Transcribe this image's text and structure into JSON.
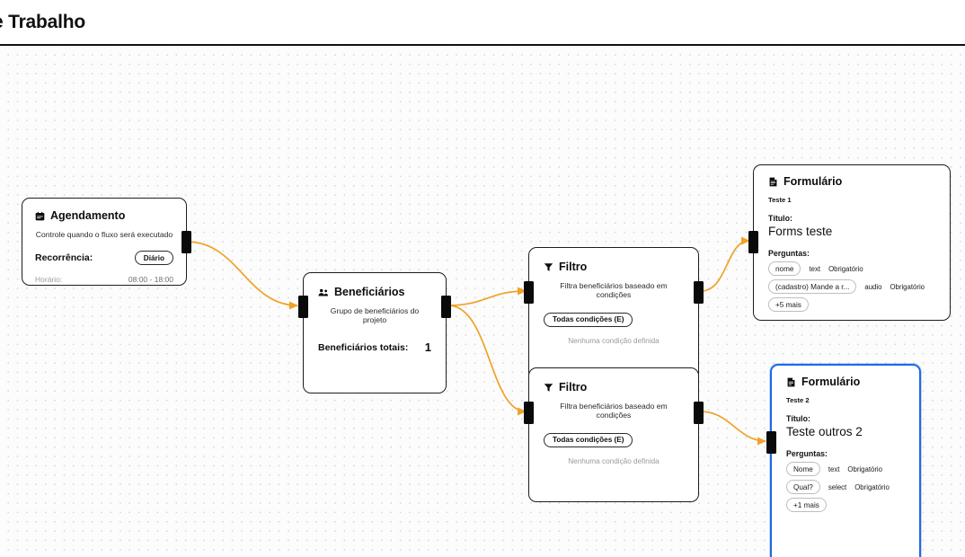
{
  "header": {
    "title": "e Trabalho"
  },
  "colors": {
    "edge": "#f0a227",
    "selected_border": "#1d6ae5",
    "node_border": "#1d1d1d",
    "canvas_bg": "#fcfcfc",
    "dot": "#d9d4d9"
  },
  "nodes": {
    "agendamento": {
      "icon": "calendar-icon",
      "title": "Agendamento",
      "subtitle": "Controle quando o fluxo será executado",
      "recurrence_label": "Recorrência:",
      "recurrence_value": "Diário",
      "time_label": "Horário:",
      "time_value": "08:00 - 18:00"
    },
    "beneficiarios": {
      "icon": "users-icon",
      "title": "Beneficiários",
      "subtitle": "Grupo de beneficiários do projeto",
      "total_label": "Beneficiários totais:",
      "total_value": "1"
    },
    "filtro_1": {
      "icon": "funnel-icon",
      "title": "Filtro",
      "subtitle": "Filtra beneficiários baseado em condições",
      "condition_mode": "Todas condições (E)",
      "empty_text": "Nenhuma condição definida"
    },
    "filtro_2": {
      "icon": "funnel-icon",
      "title": "Filtro",
      "subtitle": "Filtra beneficiários baseado em condições",
      "condition_mode": "Todas condições (E)",
      "empty_text": "Nenhuma condição definida"
    },
    "formulario_1": {
      "icon": "document-icon",
      "title": "Formulário",
      "tag": "Teste 1",
      "title_label": "Título:",
      "title_value": "Forms teste",
      "questions_label": "Perguntas:",
      "questions": [
        {
          "name": "nome",
          "type": "text",
          "required": "Obrigatório"
        },
        {
          "name": "(cadastro) Mande a r...",
          "type": "audio",
          "required": "Obrigatório"
        }
      ],
      "more": "+5 mais",
      "selected": false
    },
    "formulario_2": {
      "icon": "document-icon",
      "title": "Formulário",
      "tag": "Teste 2",
      "title_label": "Título:",
      "title_value": "Teste outros 2",
      "questions_label": "Perguntas:",
      "questions": [
        {
          "name": "Nome",
          "type": "text",
          "required": "Obrigatório"
        },
        {
          "name": "Qual?",
          "type": "select",
          "required": "Obrigatório"
        }
      ],
      "more": "+1 mais",
      "selected": true
    }
  },
  "edges": [
    {
      "from": "agendamento",
      "to": "beneficiarios"
    },
    {
      "from": "beneficiarios",
      "to": "filtro_1"
    },
    {
      "from": "beneficiarios",
      "to": "filtro_2"
    },
    {
      "from": "filtro_1",
      "to": "formulario_1"
    },
    {
      "from": "filtro_2",
      "to": "formulario_2"
    }
  ]
}
